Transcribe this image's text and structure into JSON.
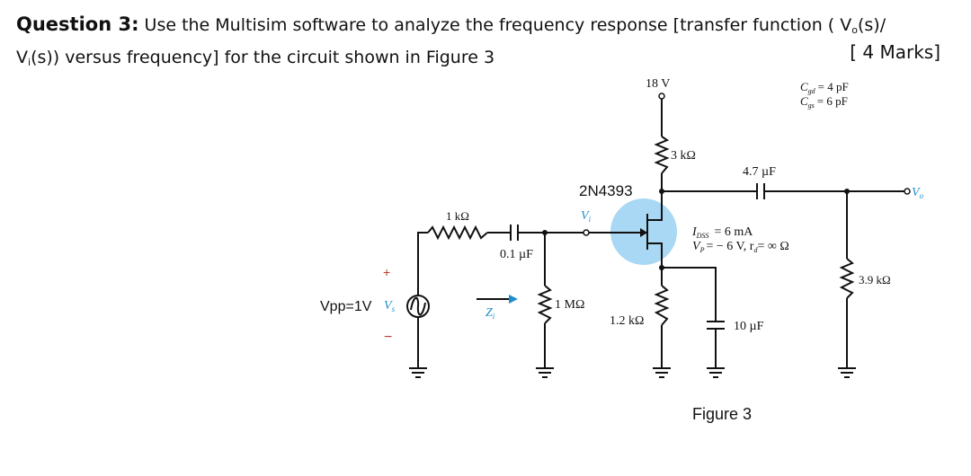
{
  "question": {
    "label": "Question 3:",
    "text_1": "Use the Multisim software to analyze the frequency response [transfer function ( V",
    "vo_sub": "o",
    "text_2": "(s)/",
    "vi_main": "V",
    "vi_sub": "i",
    "text_3": "(s)) versus frequency] for the circuit shown in Figure 3",
    "marks": "[ 4 Marks]"
  },
  "circuit": {
    "supply": "18 V",
    "rd": "3 kΩ",
    "coupling_cap_out": "4.7 µF",
    "transistor": "2N4393",
    "vi_label": "V",
    "vi_sub": "i",
    "rsig": "1 kΩ",
    "coupling_cap_in": "0.1 µF",
    "source_amplitude": "Vpp=1V",
    "vs_label": "V",
    "vs_sub": "s",
    "zi_label": "Z",
    "zi_sub": "i",
    "rg": "1 MΩ",
    "rs": "1.2 kΩ",
    "cs": "10 µF",
    "rl": "3.9 kΩ",
    "vo_label": "V",
    "vo_sub": "o",
    "cgd": "= 4 pF",
    "cgs": "= 6 pF",
    "cgd_label": "C",
    "cgd_sub": "gd",
    "cgs_label": "C",
    "cgs_sub": "gs",
    "idss": "= 6 mA",
    "idss_label": "I",
    "idss_sub": "DSS",
    "vp": "= − 6 V, r",
    "vp_label": "V",
    "vp_sub": "P",
    "rd_param_sub": "d",
    "rd_param_val": "= ∞ Ω",
    "plus": "+",
    "minus": "−",
    "figure": "Figure 3"
  }
}
